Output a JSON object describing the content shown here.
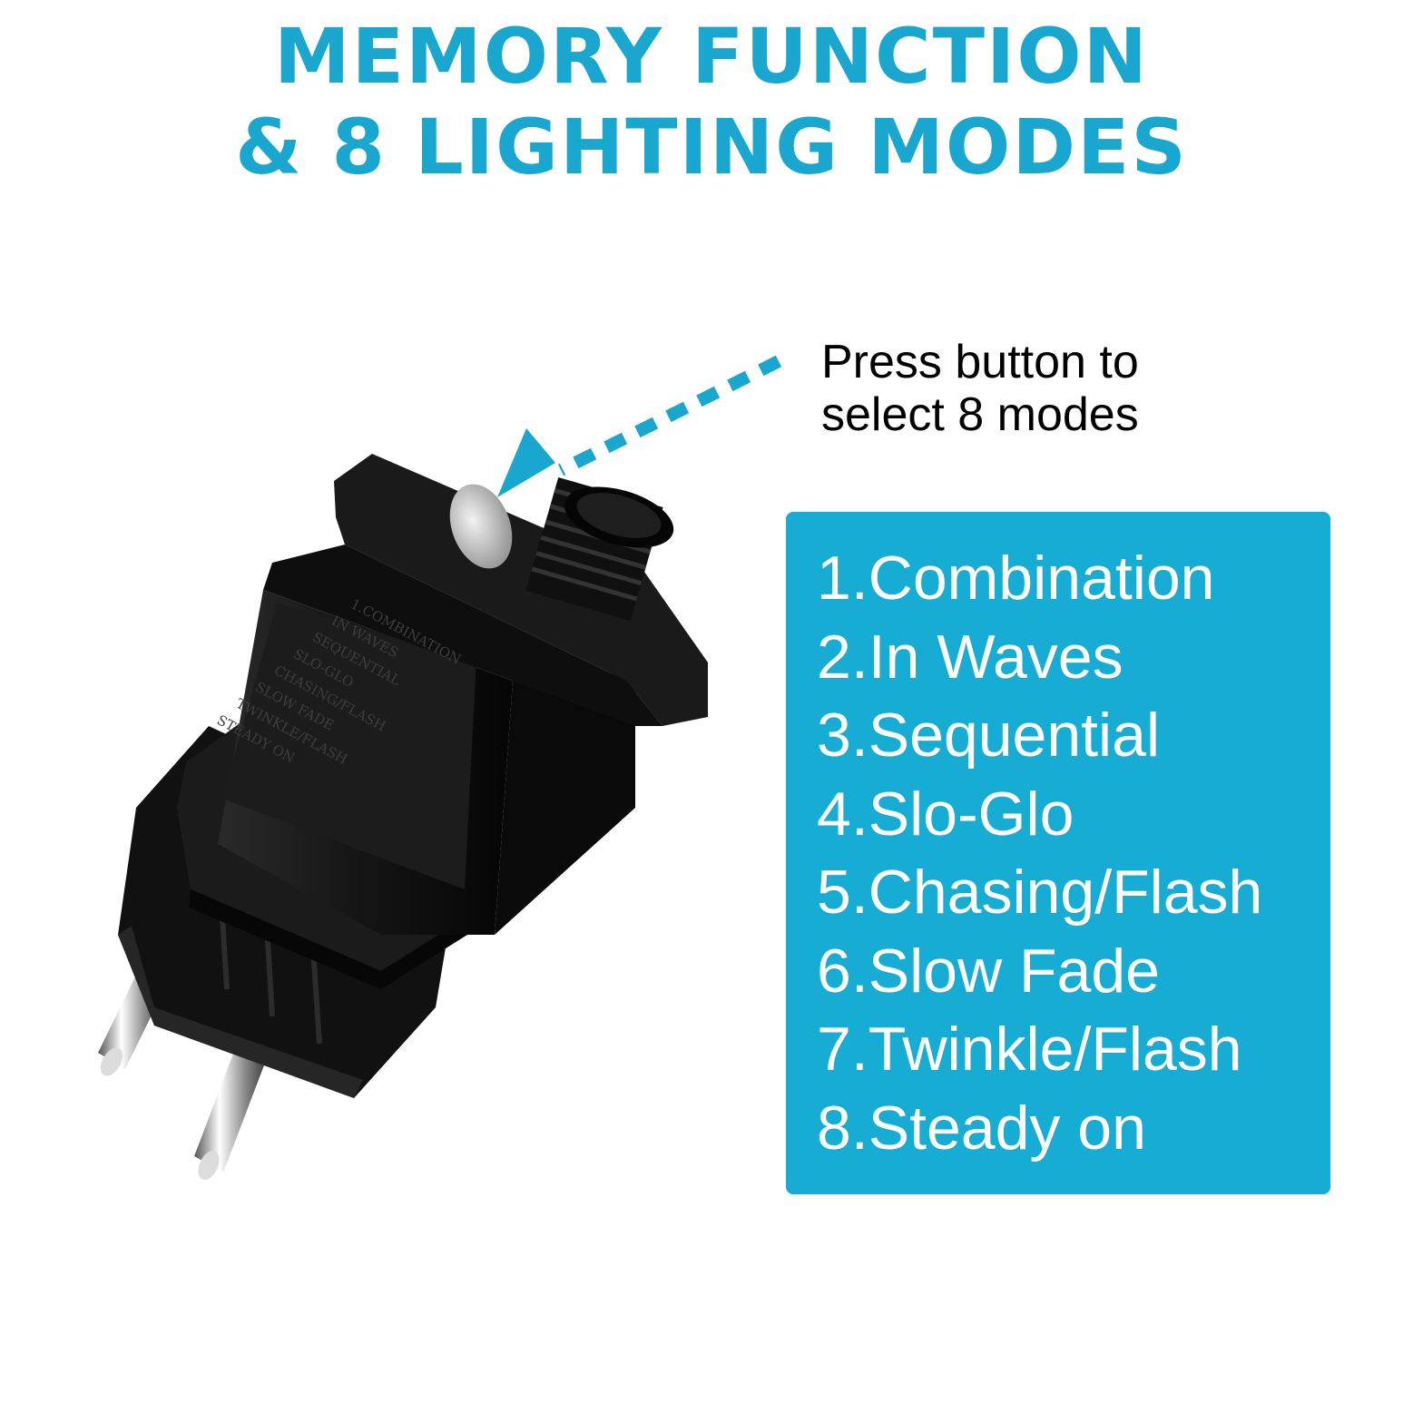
{
  "headline": {
    "line1": "MEMORY FUNCTION",
    "line2": "& 8 LIGHTING MODES"
  },
  "callout": {
    "line1": "Press button to",
    "line2": "select 8 modes"
  },
  "modes": [
    "1.Combination",
    "2.In Waves",
    "3.Sequential",
    "4.Slo-Glo",
    "5.Chasing/Flash",
    "6.Slow Fade",
    "7.Twinkle/Flash",
    "8.Steady on"
  ],
  "plug_label": [
    "1.COMBINATION",
    "IN WAVES",
    "SEQUENTIAL",
    "SLO-GLO",
    "CHASING/FLASH",
    "SLOW FADE",
    "TWINKLE/FLASH",
    "STEADY ON"
  ],
  "colors": {
    "accent": "#19a7cf",
    "panel": "#17acd3",
    "text_on_panel": "#ffffff",
    "body_text": "#000000"
  },
  "icons": {
    "arrow": "dotted-arrow-icon",
    "product": "plug-controller-image"
  }
}
